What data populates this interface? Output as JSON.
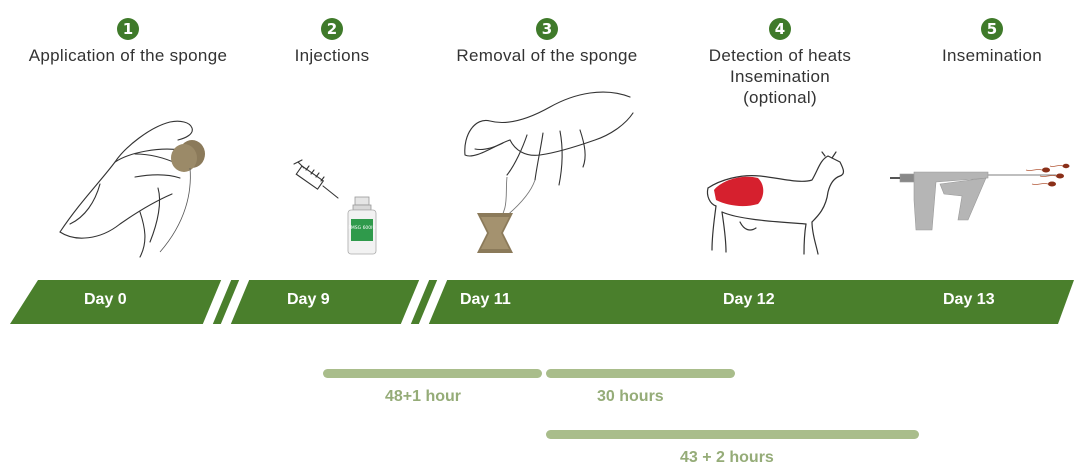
{
  "steps": [
    {
      "number": "1",
      "label_lines": [
        "Application of the sponge"
      ]
    },
    {
      "number": "2",
      "label_lines": [
        "Injections"
      ]
    },
    {
      "number": "3",
      "label_lines": [
        "Removal of the sponge"
      ]
    },
    {
      "number": "4",
      "label_lines": [
        "Detection of heats",
        "Insemination",
        "(optional)"
      ]
    },
    {
      "number": "5",
      "label_lines": [
        "Insemination"
      ]
    }
  ],
  "vial_label": "PMSG 600IU",
  "timeline": {
    "days": [
      "Day 0",
      "Day 9",
      "Day 11",
      "Day 12",
      "Day 13"
    ]
  },
  "durations": [
    {
      "label": "48+1 hour"
    },
    {
      "label": "30 hours"
    },
    {
      "label": "43 + 2 hours"
    }
  ],
  "colors": {
    "accent_green": "#3f7a2a",
    "timeline_green": "#4a7f2c",
    "duration_bar": "#a9bd8b",
    "duration_text": "#95ac78",
    "sponge_brown": "#8b7a5a",
    "ewe_red": "#d6202e"
  },
  "icons": [
    "hand-sponge-icon",
    "syringe-icon",
    "vial-icon",
    "hand-removal-icon",
    "ewe-icon",
    "insemination-gun-icon"
  ]
}
